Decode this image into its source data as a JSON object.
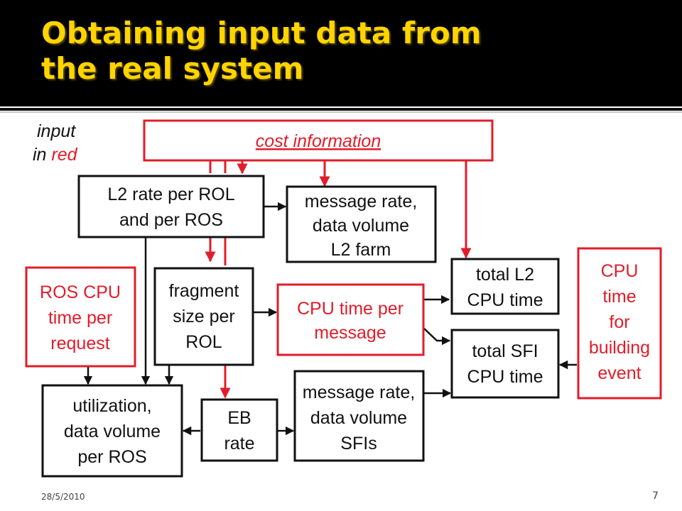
{
  "slide": {
    "title": "Obtaining input data from\nthe real system",
    "date": "28/5/2010",
    "page": "7"
  },
  "legend": {
    "line1": "input",
    "line2_prefix": "in ",
    "line2_colored": "red"
  },
  "colors": {
    "title": "#ffd400",
    "input_red": "#e11d2a",
    "box_black": "#111111",
    "header_bg": "#000000"
  },
  "diagram": {
    "cost": [
      "cost information"
    ],
    "l2rate": [
      "L2 rate per ROL",
      "and per ROS"
    ],
    "msgl2": [
      "message rate,",
      "data volume",
      "L2 farm"
    ],
    "roscpu": [
      "ROS CPU",
      "time per",
      "request"
    ],
    "frag": [
      "fragment",
      "size per",
      "ROL"
    ],
    "cpumsg": [
      "CPU time per",
      "message"
    ],
    "totall2": [
      "total L2",
      "CPU time"
    ],
    "cpuevt": [
      "CPU",
      "time",
      "for",
      "building",
      "event"
    ],
    "totalsfi": [
      "total SFI",
      "CPU time"
    ],
    "util": [
      "utilization,",
      "data volume",
      "per ROS"
    ],
    "ebrate": [
      "EB",
      "rate"
    ],
    "msgsfi": [
      "message rate,",
      "data volume",
      "SFIs"
    ]
  }
}
